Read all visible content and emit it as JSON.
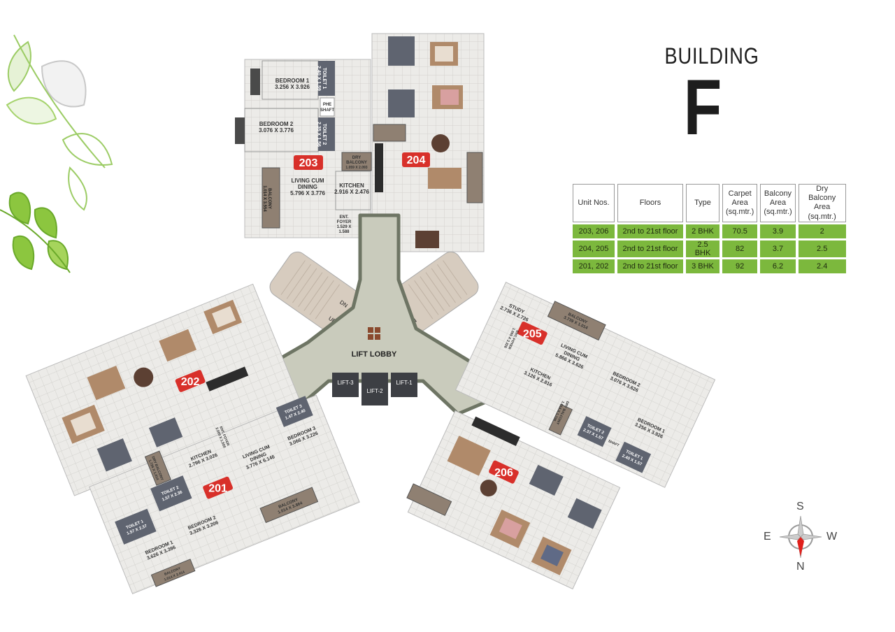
{
  "header": {
    "title": "BUILDING",
    "building_letter": "F"
  },
  "table": {
    "columns": [
      "Unit Nos.",
      "Floors",
      "Type",
      "Carpet Area (sq.mtr.)",
      "Balcony Area (sq.mtr.)",
      "Dry Balcony Area (sq.mtr.)"
    ],
    "rows": [
      [
        "203, 206",
        "2nd to 21st floor",
        "2 BHK",
        "70.5",
        "3.9",
        "2"
      ],
      [
        "204, 205",
        "2nd to 21st floor",
        "2.5 BHK",
        "82",
        "3.7",
        "2.5"
      ],
      [
        "201, 202",
        "2nd to 21st floor",
        "3 BHK",
        "92",
        "6.2",
        "2.4"
      ]
    ],
    "row_color": "#7cb83d"
  },
  "compass": {
    "top": "S",
    "left": "E",
    "right": "W",
    "bottom": "N"
  },
  "units": {
    "u203": {
      "badge": "203",
      "bedroom1": [
        "BEDROOM 1",
        "3.256 X 3.926"
      ],
      "toilet1": [
        "TOILET 1",
        "2.40 X 1.59"
      ],
      "phe_shaft": [
        "PHE",
        "SHAFT"
      ],
      "bedroom2": [
        "BEDROOM 2",
        "3.076 X 3.776"
      ],
      "toilet2": [
        "TOILET 2",
        "2.35 X 1.56"
      ],
      "dry_balcony": [
        "DRY",
        "BALCONY",
        "1.059 X 2.093"
      ],
      "living": [
        "LIVING CUM",
        "DINING",
        "5.796 X 3.776"
      ],
      "kitchen": [
        "KITCHEN",
        "2.916 X 2.476"
      ],
      "balcony": [
        "BALCONY",
        "1.014 X 3.554"
      ],
      "foyer": [
        "ENT.",
        "FOYER",
        "1.529 X",
        "1.588"
      ]
    },
    "u204": {
      "badge": "204"
    },
    "u202": {
      "badge": "202"
    },
    "u201": {
      "badge": "201",
      "kitchen": [
        "KITCHEN",
        "2.796 X 3.026"
      ],
      "living": [
        "LIVING CUM",
        "DINING",
        "3.776 X 6.146"
      ],
      "bedroom3": [
        "BEDROOM 3",
        "3.066 X 3.226"
      ],
      "toilet3": [
        "TOILET 3",
        "1.47 X 2.40"
      ],
      "toilet1": [
        "TOILET 1",
        "1.57 X 2.37"
      ],
      "toilet2": [
        "TOILET 2",
        "1.57 X 2.36"
      ],
      "bedroom1": [
        "BEDROOM 1",
        "3.626 X 3.396"
      ],
      "bedroom2": [
        "BEDROOM 2",
        "3.326 X 3.206"
      ],
      "balcony": [
        "BALCONY",
        "1.014 X 3.864"
      ],
      "balcony_small": [
        "BALCONY",
        "1.014 X 2.414"
      ],
      "dry_balcony": [
        "DRY BALCONY",
        "1.726 X 1.014"
      ],
      "foyer": [
        "ENT. FOYER",
        "2.000 X 1.500"
      ]
    },
    "u205": {
      "badge": "205",
      "study": [
        "STUDY",
        "2.736 X 2.726"
      ],
      "balcony": [
        "BALCONY",
        "3.739 X 1.014"
      ],
      "living": [
        "LIVING CUM",
        "DINING",
        "5.866 X 3.626"
      ],
      "bedroom2": [
        "BEDROOM 2",
        "3.076 X 3.626"
      ],
      "kitchen": [
        "KITCHEN",
        "3.126 X 2.816"
      ],
      "bedroom1": [
        "BEDROOM 1",
        "3.256 X 3.926"
      ],
      "toilet2": [
        "TOILET 2",
        "2.37 X 1.57"
      ],
      "toilet1": [
        "TOILET 1",
        "2.40 X 1.57"
      ],
      "foyer": [
        "ENT. FOYER",
        "1.565 X 2.326"
      ],
      "dry_balcony": [
        "DRY BALCONY",
        "1.014 X 1.726"
      ],
      "shaft": "SHAFT"
    },
    "u206": {
      "badge": "206"
    }
  },
  "core": {
    "lift_lobby": "LIFT LOBBY",
    "lifts": [
      "LIFT-3",
      "LIFT-2",
      "LIFT-1"
    ],
    "stair_up": "UP",
    "stair_down": "DN"
  },
  "colors": {
    "badge": "#d8302a",
    "leaf": "#8cc63f",
    "compass_needle": "#e0201c"
  }
}
